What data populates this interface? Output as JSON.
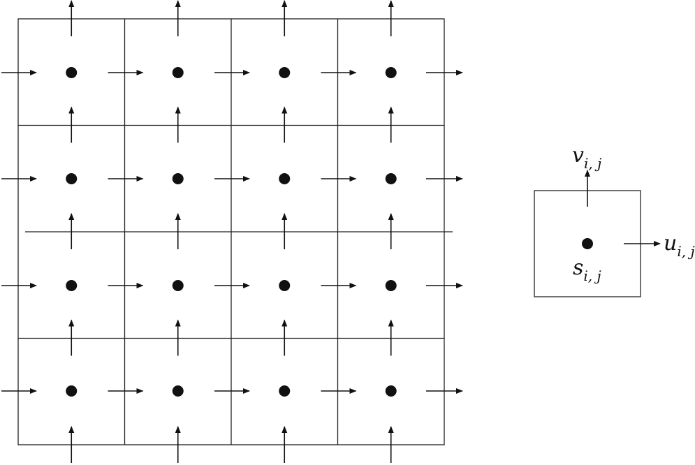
{
  "grid": {
    "rows": 4,
    "cols": 4,
    "line_color": "#222222",
    "arrow_color": "#111111",
    "dot_color": "#111111"
  },
  "detail": {
    "label_s": {
      "base": "s",
      "sub": "i, j"
    },
    "label_u": {
      "base": "u",
      "sub": "i, j"
    },
    "label_v": {
      "base": "v",
      "sub": "i, j"
    }
  }
}
